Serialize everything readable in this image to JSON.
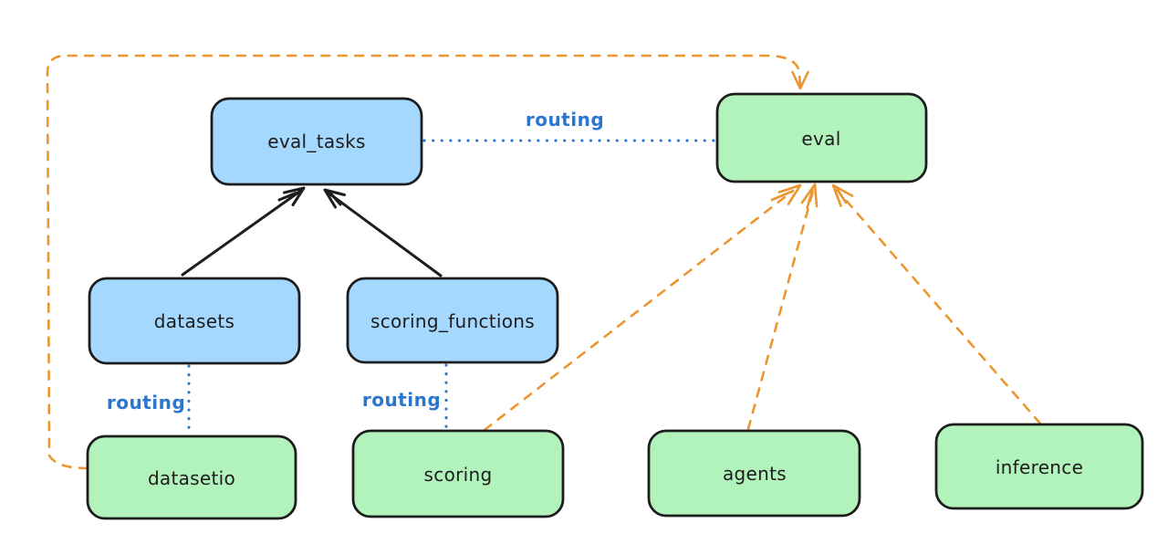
{
  "canvas": {
    "background": "#ffffff"
  },
  "colors": {
    "blue_node_fill": "#a5d8ff",
    "green_node_fill": "#b2f2bb",
    "node_stroke": "#1d1d1d",
    "solid_edge": "#1d1d1d",
    "dashed_edge_orange": "#eb962f",
    "dotted_edge_blue": "#2e74cc",
    "routing_label_blue": "#2b77cf"
  },
  "nodes": {
    "eval_tasks": {
      "label": "eval_tasks",
      "fill": "blue"
    },
    "eval": {
      "label": "eval",
      "fill": "green"
    },
    "datasets": {
      "label": "datasets",
      "fill": "blue"
    },
    "scoring_functions": {
      "label": "scoring_functions",
      "fill": "blue"
    },
    "datasetio": {
      "label": "datasetio",
      "fill": "green"
    },
    "scoring": {
      "label": "scoring",
      "fill": "green"
    },
    "agents": {
      "label": "agents",
      "fill": "green"
    },
    "inference": {
      "label": "inference",
      "fill": "green"
    }
  },
  "edges": [
    {
      "from": "datasets",
      "to": "eval_tasks",
      "style": "solid",
      "color": "black",
      "label": ""
    },
    {
      "from": "scoring_functions",
      "to": "eval_tasks",
      "style": "solid",
      "color": "black",
      "label": ""
    },
    {
      "from": "eval_tasks",
      "to": "eval",
      "style": "dotted",
      "color": "blue",
      "label": "routing"
    },
    {
      "from": "datasets",
      "to": "datasetio",
      "style": "dotted",
      "color": "blue",
      "label": "routing"
    },
    {
      "from": "scoring_functions",
      "to": "scoring",
      "style": "dotted",
      "color": "blue",
      "label": "routing"
    },
    {
      "from": "datasetio",
      "to": "eval",
      "style": "dashed",
      "color": "orange",
      "label": ""
    },
    {
      "from": "scoring",
      "to": "eval",
      "style": "dashed",
      "color": "orange",
      "label": ""
    },
    {
      "from": "agents",
      "to": "eval",
      "style": "dashed",
      "color": "orange",
      "label": ""
    },
    {
      "from": "inference",
      "to": "eval",
      "style": "dashed",
      "color": "orange",
      "label": ""
    }
  ]
}
